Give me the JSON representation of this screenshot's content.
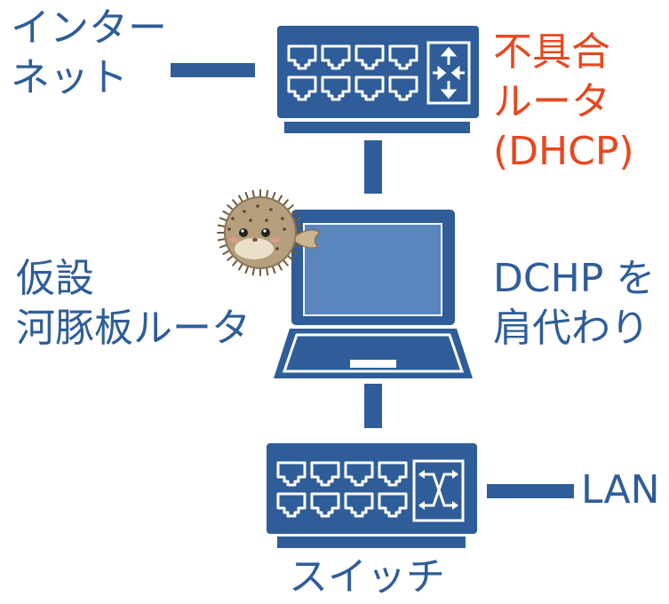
{
  "colors": {
    "device": "#2E5D99",
    "screen": "#5A86BD",
    "highlight": "#E8471E",
    "text": "#2E5D99"
  },
  "labels": {
    "internet": [
      "インター",
      "ネット"
    ],
    "faulty_router": [
      "不具合",
      "ルータ",
      "(DHCP)"
    ],
    "temp_router": [
      "仮設",
      "河豚板ルータ"
    ],
    "dhcp_substitute": [
      "DCHP を",
      "肩代わり"
    ],
    "lan": "LAN",
    "switch": "スイッチ"
  },
  "icons": {
    "router": "router-icon",
    "laptop": "laptop-icon",
    "switch": "switch-icon",
    "mascot": "pufferfish-icon"
  }
}
